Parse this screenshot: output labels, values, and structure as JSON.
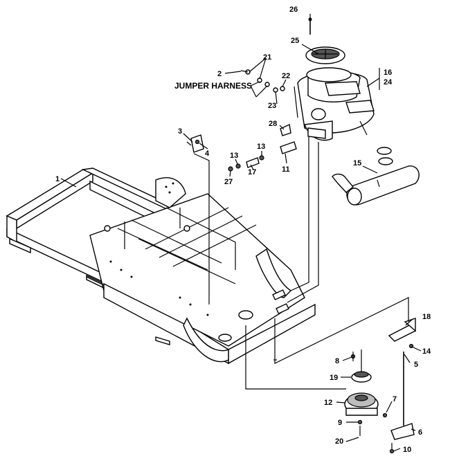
{
  "diagram": {
    "labels": {
      "jumper_harness": "JUMPER HARNESS",
      "l1": "1",
      "l2": "2",
      "l3": "3",
      "l4": "4",
      "l5": "5",
      "l6": "6",
      "l7": "7",
      "l8": "8",
      "l9": "9",
      "l10": "10",
      "l11": "11",
      "l12": "12",
      "l13a": "13",
      "l13b": "13",
      "l14": "14",
      "l15": "15",
      "l16": "16",
      "l17": "17",
      "l18": "18",
      "l19": "19",
      "l20": "20",
      "l21": "21",
      "l22": "22",
      "l23": "23",
      "l24": "24",
      "l25": "25",
      "l26": "26",
      "l27": "27",
      "l28": "28"
    }
  }
}
